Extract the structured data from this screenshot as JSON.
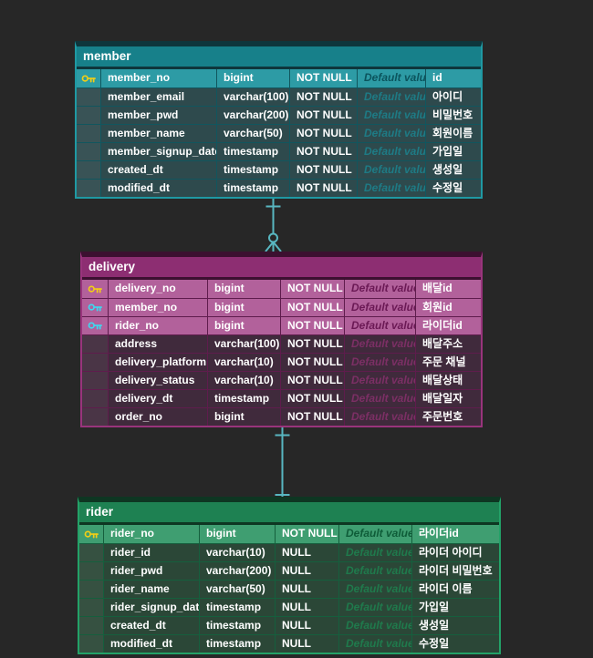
{
  "canvas": {
    "background": "#272727"
  },
  "connector": {
    "color": "#58b7c1"
  },
  "key_icon_colors": {
    "primary": "#f2ce16",
    "foreign": "#3dd9ef"
  },
  "tables": [
    {
      "id": "member",
      "title": "member",
      "theme": {
        "header": "#17808a",
        "pk_row": "#2d9ba5",
        "row": "#2e4a4d",
        "border": "#1f99a3",
        "top_edge": "#0e363c",
        "separator": "#11565e",
        "muted": "#1e7b85",
        "muted_pk": "#0b545d"
      },
      "columns": [
        {
          "name": "member_no",
          "type": "bigint",
          "nullable": "NOT NULL",
          "default": "Default value",
          "comment": "id",
          "key": "primary"
        },
        {
          "name": "member_email",
          "type": "varchar(100)",
          "nullable": "NOT NULL",
          "default": "Default value",
          "comment": "아이디",
          "key": null
        },
        {
          "name": "member_pwd",
          "type": "varchar(200)",
          "nullable": "NOT NULL",
          "default": "Default value",
          "comment": "비밀번호",
          "key": null
        },
        {
          "name": "member_name",
          "type": "varchar(50)",
          "nullable": "NOT NULL",
          "default": "Default value",
          "comment": "회원이름",
          "key": null
        },
        {
          "name": "member_signup_date",
          "type": "timestamp",
          "nullable": "NOT NULL",
          "default": "Default value",
          "comment": "가입일",
          "key": null
        },
        {
          "name": "created_dt",
          "type": "timestamp",
          "nullable": "NOT NULL",
          "default": "Default value",
          "comment": "생성일",
          "key": null
        },
        {
          "name": "modified_dt",
          "type": "timestamp",
          "nullable": "NOT NULL",
          "default": "Default value",
          "comment": "수정일",
          "key": null
        }
      ]
    },
    {
      "id": "delivery",
      "title": "delivery",
      "theme": {
        "header": "#8d2e72",
        "pk_row": "#b2619b",
        "row": "#402a3c",
        "border": "#99347c",
        "top_edge": "#3c1030",
        "separator": "#5f1c4d",
        "muted": "#7c2f65",
        "muted_pk": "#6b1955"
      },
      "columns": [
        {
          "name": "delivery_no",
          "type": "bigint",
          "nullable": "NOT NULL",
          "default": "Default value",
          "comment": "배달id",
          "key": "primary"
        },
        {
          "name": "member_no",
          "type": "bigint",
          "nullable": "NOT NULL",
          "default": "Default value",
          "comment": "회원id",
          "key": "foreign"
        },
        {
          "name": "rider_no",
          "type": "bigint",
          "nullable": "NOT NULL",
          "default": "Default value",
          "comment": "라이더id",
          "key": "foreign"
        },
        {
          "name": "address",
          "type": "varchar(100)",
          "nullable": "NOT NULL",
          "default": "Default value",
          "comment": "배달주소",
          "key": null
        },
        {
          "name": "delivery_platform",
          "type": "varchar(10)",
          "nullable": "NOT NULL",
          "default": "Default value",
          "comment": "주문 채널",
          "key": null
        },
        {
          "name": "delivery_status",
          "type": "varchar(10)",
          "nullable": "NOT NULL",
          "default": "Default value",
          "comment": "배달상태",
          "key": null
        },
        {
          "name": "delivery_dt",
          "type": "timestamp",
          "nullable": "NOT NULL",
          "default": "Default value",
          "comment": "배달일자",
          "key": null
        },
        {
          "name": "order_no",
          "type": "bigint",
          "nullable": "NOT NULL",
          "default": "Default value",
          "comment": "주문번호",
          "key": null
        }
      ]
    },
    {
      "id": "rider",
      "title": "rider",
      "theme": {
        "header": "#1e8152",
        "pk_row": "#3f9e71",
        "row": "#2b4737",
        "border": "#23a268",
        "top_edge": "#0e3622",
        "separator": "#155f3d",
        "muted": "#1f7a4c",
        "muted_pk": "#0e5c38"
      },
      "columns": [
        {
          "name": "rider_no",
          "type": "bigint",
          "nullable": "NOT NULL",
          "default": "Default value",
          "comment": "라이더id",
          "key": "primary"
        },
        {
          "name": "rider_id",
          "type": "varchar(10)",
          "nullable": "NULL",
          "default": "Default value",
          "comment": "라이더 아이디",
          "key": null
        },
        {
          "name": "rider_pwd",
          "type": "varchar(200)",
          "nullable": "NULL",
          "default": "Default value",
          "comment": "라이더 비밀번호",
          "key": null
        },
        {
          "name": "rider_name",
          "type": "varchar(50)",
          "nullable": "NULL",
          "default": "Default value",
          "comment": "라이더 이름",
          "key": null
        },
        {
          "name": "rider_signup_date",
          "type": "timestamp",
          "nullable": "NULL",
          "default": "Default value",
          "comment": "가입일",
          "key": null
        },
        {
          "name": "created_dt",
          "type": "timestamp",
          "nullable": "NULL",
          "default": "Default value",
          "comment": "생성일",
          "key": null
        },
        {
          "name": "modified_dt",
          "type": "timestamp",
          "nullable": "NULL",
          "default": "Default value",
          "comment": "수정일",
          "key": null
        }
      ]
    }
  ],
  "relationships": [
    {
      "from": "member",
      "to": "delivery",
      "from_cardinality": "one",
      "to_cardinality": "zero-or-many"
    },
    {
      "from": "delivery",
      "to": "rider",
      "from_cardinality": "one",
      "to_cardinality": "one"
    }
  ]
}
